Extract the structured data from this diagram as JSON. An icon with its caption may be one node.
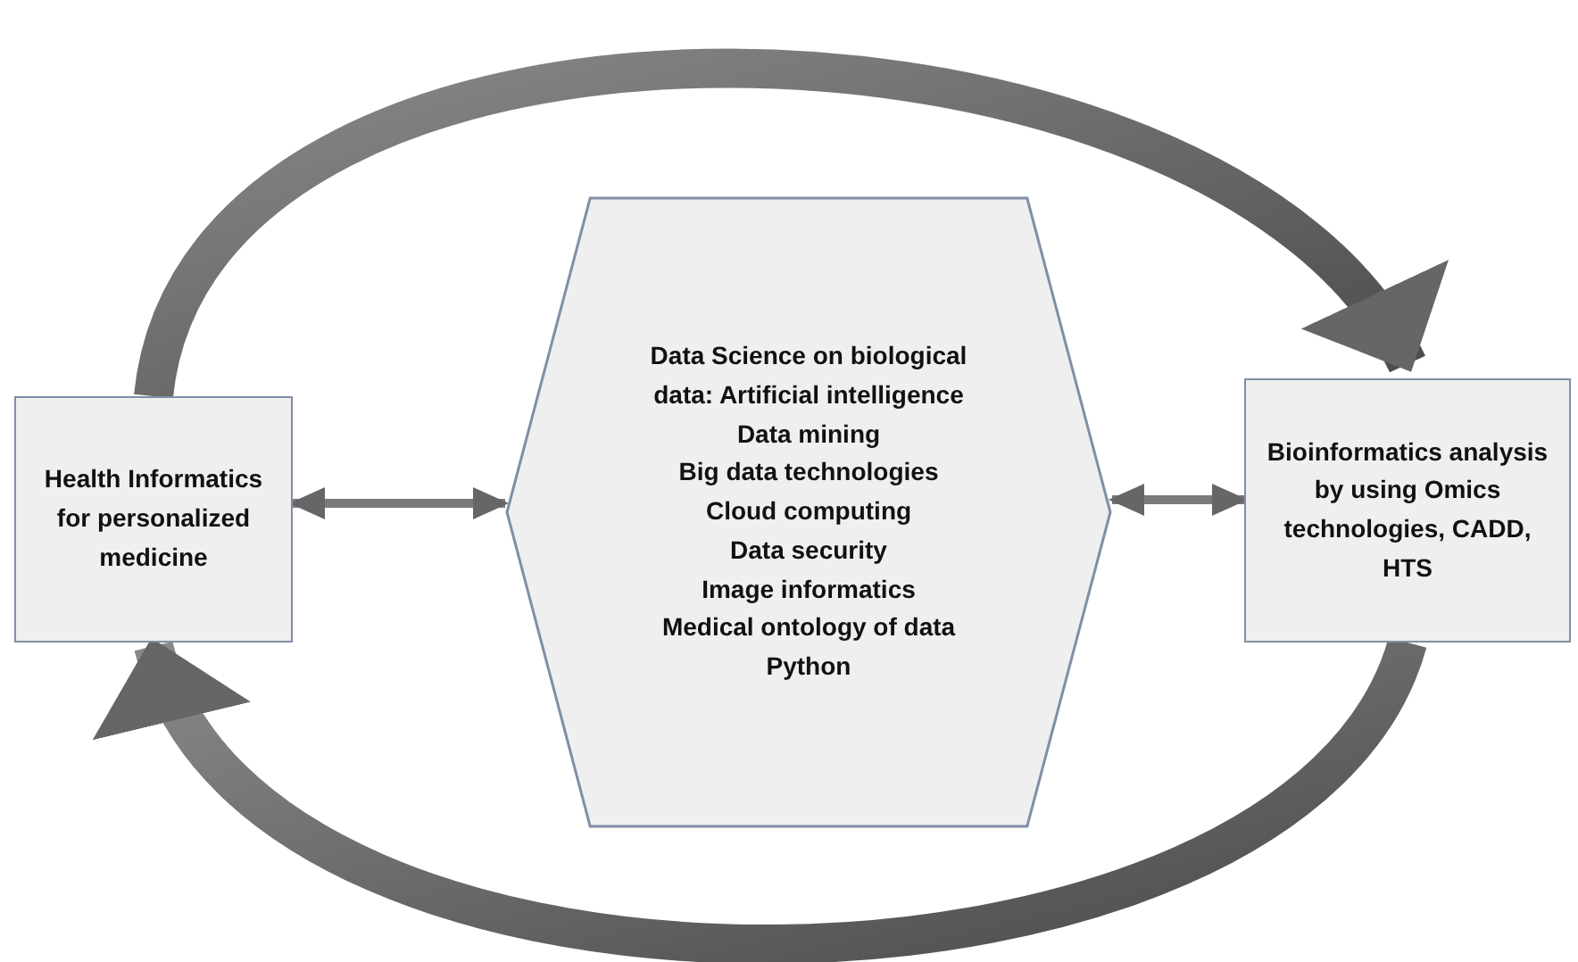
{
  "diagram": {
    "nodes": [
      {
        "text": [
          "Health Informatics for personalized medicine"
        ]
      },
      {
        "text": [
          "Data Science on biological data: Artificial intelligence",
          "Data mining",
          "Big data technologies",
          "Cloud computing",
          "Data security",
          "Image informatics",
          "Medical ontology of data",
          "Python"
        ]
      },
      {
        "text": [
          "Bioinformatics analysis by using Omics technologies, CADD, HTS"
        ]
      }
    ],
    "edges": [
      {
        "from": 0,
        "to": 1,
        "arrow": "both"
      },
      {
        "from": 1,
        "to": 2,
        "arrow": "both"
      },
      {
        "from": 0,
        "to": 2,
        "arrow": "to",
        "style": "thick"
      },
      {
        "from": 2,
        "to": 0,
        "arrow": "to",
        "style": "thick"
      }
    ]
  }
}
